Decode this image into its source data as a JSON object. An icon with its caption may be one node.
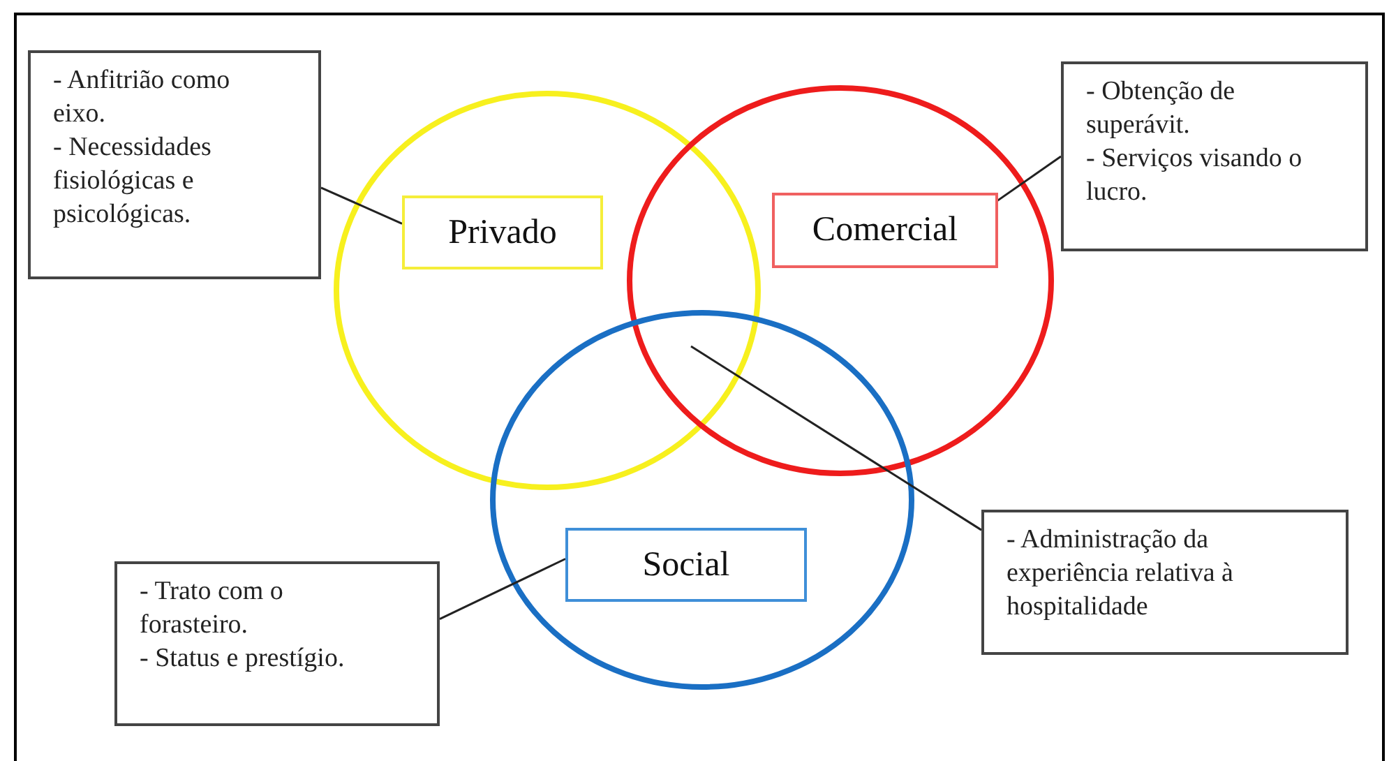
{
  "diagram": {
    "nodes": [
      {
        "text": [
          "- Anfitrião como eixo.",
          "- Necessidades fisiológicas e psicológicas."
        ]
      },
      {
        "text": [
          "Privado"
        ]
      },
      {
        "text": [
          "Comercial"
        ]
      },
      {
        "text": [
          "- Obtenção de superávit.",
          "- Serviços visando o lucro."
        ]
      },
      {
        "text": [
          "Social"
        ]
      },
      {
        "text": [
          "- Trato com o forasteiro.",
          "- Status e prestígio."
        ]
      },
      {
        "text": [
          "- Administração da experiência relativa à hospitalidade"
        ]
      }
    ],
    "edges": [
      {
        "from": 0,
        "to": 1,
        "arrow": "none"
      },
      {
        "from": 2,
        "to": 3,
        "arrow": "none"
      },
      {
        "from": 5,
        "to": 4,
        "arrow": "none"
      },
      {
        "from": 6,
        "to": null,
        "arrow": "none"
      }
    ]
  }
}
